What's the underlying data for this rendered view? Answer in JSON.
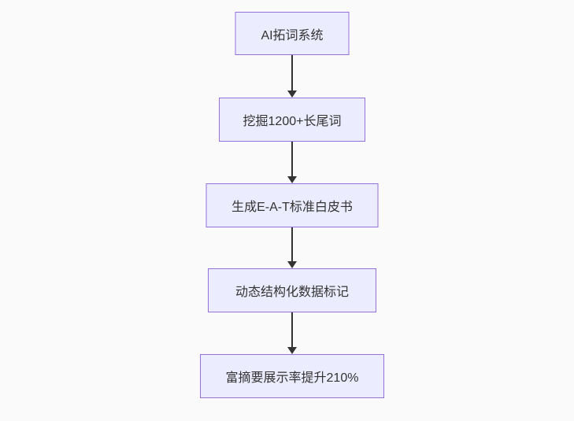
{
  "diagram": {
    "type": "flowchart",
    "direction": "top-down",
    "nodes": [
      {
        "id": "node-1",
        "label": "AI拓词系统"
      },
      {
        "id": "node-2",
        "label": "挖掘1200+长尾词"
      },
      {
        "id": "node-3",
        "label": "生成E-A-T标准白皮书"
      },
      {
        "id": "node-4",
        "label": "动态结构化数据标记"
      },
      {
        "id": "node-5",
        "label": "富摘要展示率提升210%"
      }
    ],
    "edges": [
      {
        "from": "node-1",
        "to": "node-2"
      },
      {
        "from": "node-2",
        "to": "node-3"
      },
      {
        "from": "node-3",
        "to": "node-4"
      },
      {
        "from": "node-4",
        "to": "node-5"
      }
    ],
    "colors": {
      "node_fill": "#ececff",
      "node_border": "#9370db",
      "node_text": "#333333",
      "arrow": "#333333",
      "background": "#fafafa"
    }
  }
}
